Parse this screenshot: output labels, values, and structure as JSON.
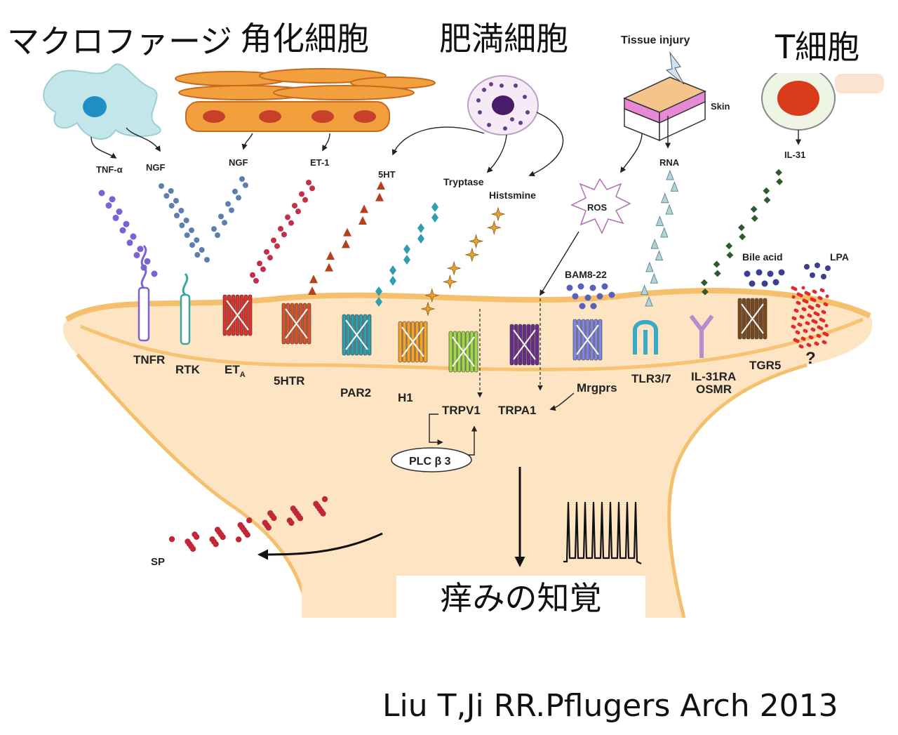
{
  "headings": {
    "macrophage": "マクロファージ",
    "keratinocyte": "角化細胞",
    "mast_cell": "肥満細胞",
    "t_cell": "T細胞"
  },
  "caption": "痒みの知覚",
  "citation": "Liu T,Ji RR.Pflugers Arch 2013",
  "mediators": {
    "tnf_alpha": "TNF-α",
    "ngf_1": "NGF",
    "ngf_2": "NGF",
    "et1": "ET-1",
    "serotonin": "5HT",
    "tryptase": "Tryptase",
    "histamine": "Histsmine",
    "tissue_injury": "Tissue injury",
    "skin": "Skin",
    "ros": "ROS",
    "rna": "RNA",
    "il31": "IL-31",
    "bam": "BAM8-22",
    "bile_acid": "Bile acid",
    "lpa": "LPA",
    "sp": "SP",
    "plc": "PLC β 3"
  },
  "receptors": {
    "tnfr": "TNFR",
    "rtk": "RTK",
    "eta": "ET",
    "eta_sub": "A",
    "htr5": "5HTR",
    "par2": "PAR2",
    "h1": "H1",
    "trpv1": "TRPV1",
    "trpa1": "TRPA1",
    "mrgprs": "Mrgprs",
    "tlr": "TLR3/7",
    "il31ra": "IL-31RA",
    "osmr": "OSMR",
    "tgr5": "TGR5",
    "unknown": "?"
  },
  "colors": {
    "neuron_fill": "#fde3c0",
    "neuron_edge": "#f7c98a",
    "macrophage": "#bfe3e6",
    "nucleus_blue": "#1f8fc4",
    "keratinocyte": "#f2a03d",
    "keratinocyte_nucleus": "#c8402b",
    "mast_cell": "#5b2a7d",
    "tnfr": "#7b63d6",
    "rtk": "#3aa6a0",
    "eta": "#e0322b",
    "htr": "#d8532a",
    "par2": "#2f9fb0",
    "h1": "#f4a32d",
    "trpv1": "#9fd84a",
    "trpa1": "#6b2d8c",
    "mrgprs": "#7f86e0",
    "tlr": "#3aa8c9",
    "il31ra": "#b88ad0",
    "tgr5": "#7a4a1e",
    "unknown": "#e02b2b",
    "sp": "#c0283a"
  }
}
